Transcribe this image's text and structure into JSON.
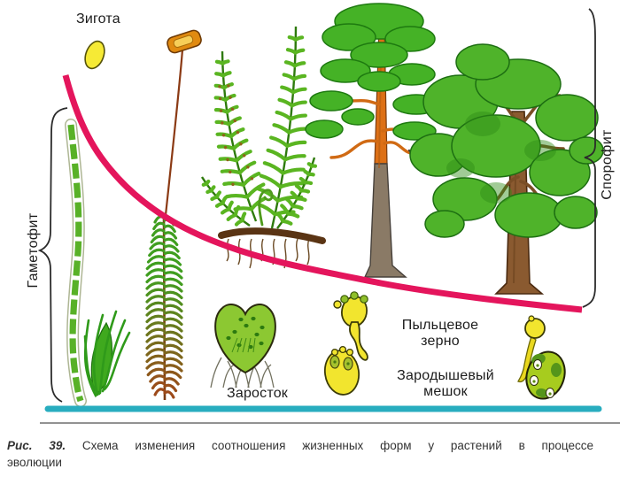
{
  "figure": {
    "zygote_label": "Зигота",
    "gametophyte_label": "Гаметофит",
    "sporophyte_label": "Спорофит",
    "prothallus_label": "Заросток",
    "pollen_grain_label": "Пыльцевое зерно",
    "embryo_sac_label": "Зародышевый мешок",
    "colors": {
      "decline_curve": "#e4155c",
      "baseline": "#28adbf",
      "bracket": "#2b2b2b",
      "divider": "#555555"
    },
    "illustrations": [
      "green-algae-filament",
      "algae-tuft",
      "moss-plant",
      "moss-sporophyte-capsule",
      "fern",
      "fern-prothallus",
      "pine-tree",
      "deciduous-tree",
      "zygote-cell",
      "germinating-pollen-grain",
      "pollen-grain",
      "embryo-sac"
    ]
  },
  "caption": {
    "figure_label": "Рис. 39.",
    "line1": "Схема изменения соотношения жизненных форм у растений в процессе",
    "line2": "эволюции"
  }
}
